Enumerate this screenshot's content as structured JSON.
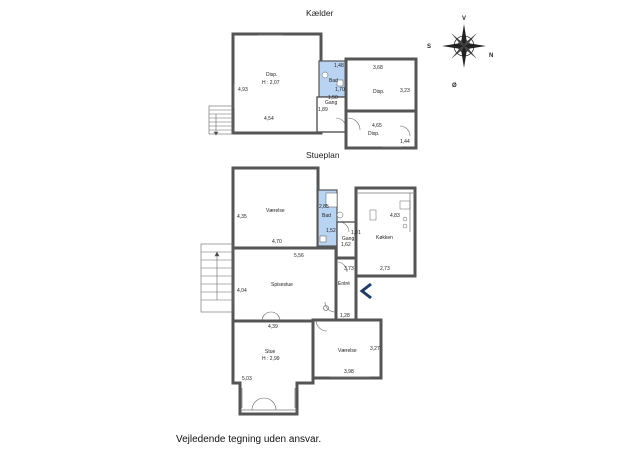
{
  "titles": {
    "basement": "Kælder",
    "ground": "Stueplan"
  },
  "disclaimer": "Vejledende tegning uden ansvar.",
  "compass": {
    "north": "N",
    "south": "S",
    "east": "Ø",
    "west": "V"
  },
  "basement": {
    "disp_main": {
      "name": "Disp.",
      "height": "H : 2,07",
      "dim_side": "4,93",
      "dim_bottom": "4,54"
    },
    "bad": {
      "name": "Bad",
      "dim_top": "1,48",
      "dim_side": "1,70"
    },
    "gang": {
      "name": "Gang",
      "dim_top": "1,50",
      "dim_bottom": "1,89"
    },
    "disp_right": {
      "name": "Disp.",
      "dim_top": "3,68",
      "dim_side": "3,23"
    },
    "disp_low": {
      "name": "Disp.",
      "dim_top": "4,65",
      "dim_side": "1,44"
    }
  },
  "ground": {
    "vaerelse_top": {
      "name": "Værelse",
      "dim_side": "4,35",
      "dim_bottom": "4,70"
    },
    "bad": {
      "name": "Bad",
      "dim_top": "2,85",
      "dim_side": "1,52"
    },
    "gang": {
      "name": "Gang",
      "dim_top": "1,01",
      "dim_bottom": "1,62"
    },
    "koekken": {
      "name": "Køkken",
      "dim_side": "4,83",
      "dim_bottom": "2,73"
    },
    "spisestue": {
      "name": "Spisestue",
      "dim_top": "5,56",
      "dim_side": "4,04",
      "dim_bottom": "4,39"
    },
    "entre": {
      "name": "Entré",
      "dim_top": "3,73",
      "dim_bottom": "1,28"
    },
    "stue": {
      "name": "Stue",
      "height": "H : 2,99",
      "dim_side": "5,03"
    },
    "vaerelse_low": {
      "name": "Værelse",
      "dim_side": "3,27",
      "dim_bottom": "3,98"
    }
  }
}
